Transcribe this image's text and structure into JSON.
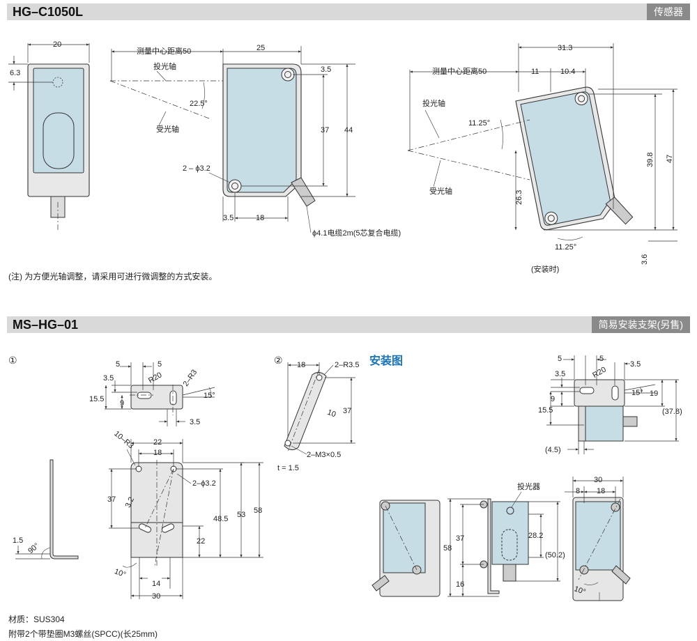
{
  "section1": {
    "title": "HG–C1050L",
    "tag": "传感器",
    "note": "(注) 为方便光轴调整，请采用可进行微调整的方式安装。",
    "front_view": {
      "dims": [
        "20",
        "6.3"
      ]
    },
    "side_view": {
      "labels": {
        "distance": "测量中心距离50",
        "emit_axis": "投光轴",
        "receive_axis": "受光轴",
        "angle": "22.5°",
        "holes": "2 – ϕ3.2",
        "cable": "ϕ4.1电缆2m(5芯复合电缆)"
      },
      "dims": [
        "25",
        "3.5",
        "37",
        "44",
        "3.5",
        "18"
      ]
    },
    "mounted_view": {
      "labels": {
        "distance": "测量中心距离50",
        "emit_axis": "投光轴",
        "receive_axis": "受光轴",
        "angle_top": "11.25°",
        "angle_bottom": "11.25°",
        "caption": "(安装时)"
      },
      "dims": [
        "31.3",
        "11",
        "10.4",
        "39.8",
        "47",
        "26.3",
        "3.6"
      ]
    }
  },
  "section2": {
    "title": "MS–HG–01",
    "tag": "简易安装支架(另售)",
    "install_title": "安装图",
    "material": "材质：SUS304",
    "accessory": "附带2个带垫圈M3螺丝(SPCC)(长25mm)",
    "view1": {
      "marker": "①",
      "top_dims": [
        "5",
        "5",
        "3.5",
        "15.5",
        "9",
        "R20",
        "2–R3",
        "15°",
        "3.5"
      ],
      "side_dims": [
        "1.5",
        "90°"
      ],
      "front_dims": [
        "10–R3",
        "22",
        "18",
        "2–ϕ3.2",
        "37",
        "3.2",
        "48.5",
        "53",
        "58",
        "22",
        "10°",
        "14",
        "30"
      ]
    },
    "view2": {
      "marker": "②",
      "dims": [
        "18",
        "2–R3.5",
        "10",
        "37",
        "2–M3×0.5",
        "t = 1.5"
      ]
    },
    "install_views": {
      "top_dims": [
        "5",
        "5",
        "3.5",
        "R20",
        "3.5",
        "9",
        "15°",
        "15.5",
        "19",
        "(37.8)",
        "(4.5)"
      ],
      "front_dims": [
        "58",
        "37",
        "16",
        "28.2",
        "(50.2)"
      ],
      "emitter_label": "投光器",
      "right_dims": [
        "30",
        "8",
        "18",
        "10°"
      ]
    }
  }
}
